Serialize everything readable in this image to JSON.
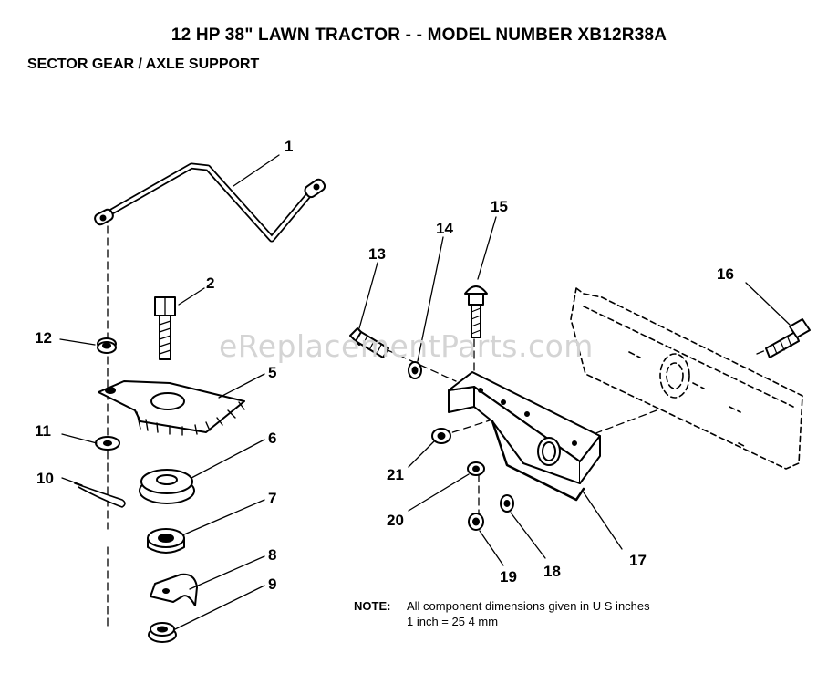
{
  "header": {
    "title": "12 HP 38\" LAWN TRACTOR - - MODEL NUMBER XB12R38A",
    "subtitle": "SECTOR GEAR / AXLE SUPPORT"
  },
  "watermark": "eReplacementParts.com",
  "callouts": [
    "1",
    "2",
    "5",
    "6",
    "7",
    "8",
    "9",
    "10",
    "11",
    "12",
    "13",
    "14",
    "15",
    "16",
    "17",
    "18",
    "19",
    "20",
    "21"
  ],
  "note": {
    "label": "NOTE:",
    "line1": "All component dimensions given in U S  inches",
    "line2": "1 inch = 25 4 mm"
  }
}
